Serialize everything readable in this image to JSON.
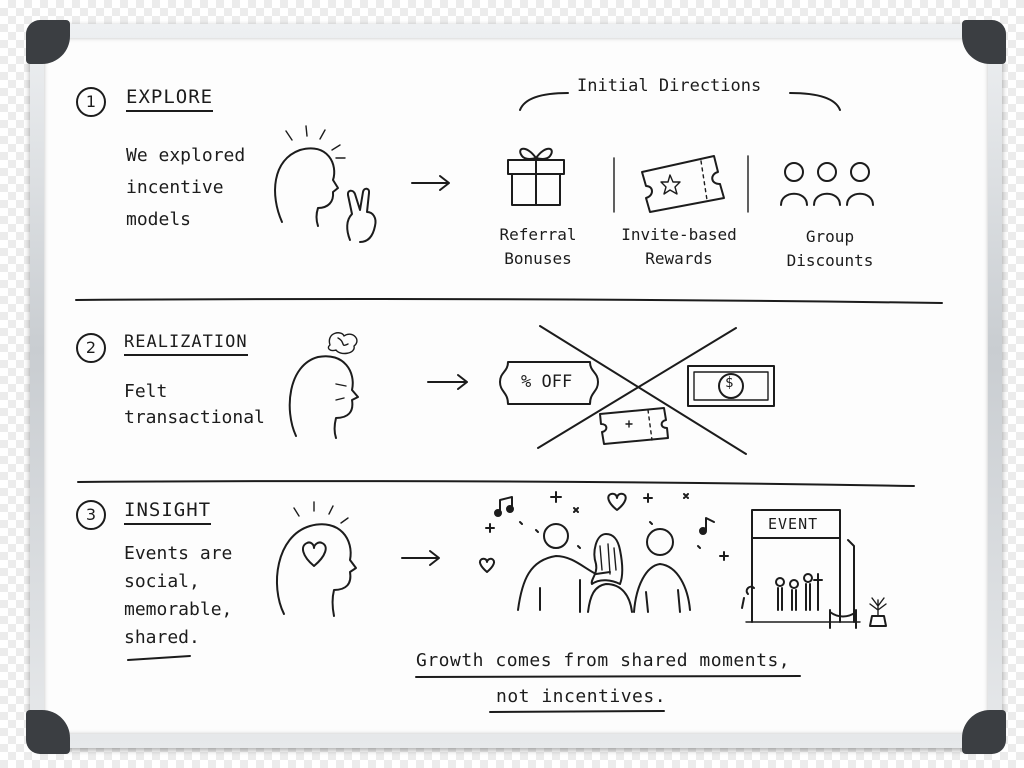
{
  "sections": [
    {
      "number": "1",
      "heading": "EXPLORE",
      "description": [
        "We explored",
        "incentive",
        "models"
      ]
    },
    {
      "number": "2",
      "heading": "REALIZATION",
      "description": [
        "Felt",
        "transactional"
      ]
    },
    {
      "number": "3",
      "heading": "INSIGHT",
      "description": [
        "Events are",
        "social,",
        "memorable,",
        "shared."
      ]
    }
  ],
  "directions": {
    "title": "Initial Directions",
    "items": [
      {
        "label": [
          "Referral",
          "Bonuses"
        ],
        "icon": "gift-icon"
      },
      {
        "label": [
          "Invite-based",
          "Rewards"
        ],
        "icon": "ticket-star-icon"
      },
      {
        "label": [
          "Group",
          "Discounts"
        ],
        "icon": "group-people-icon"
      }
    ]
  },
  "realization_items": {
    "coupon_text": "% OFF",
    "cash_symbol": "$"
  },
  "event_sign": "EVENT",
  "conclusion": {
    "line1": "Growth comes from shared moments,",
    "line2": "not incentives."
  },
  "colors": {
    "ink": "#1c1c1c",
    "board": "#fdfdfd",
    "frame": "#c9cdd1",
    "corner": "#3b3e42"
  }
}
